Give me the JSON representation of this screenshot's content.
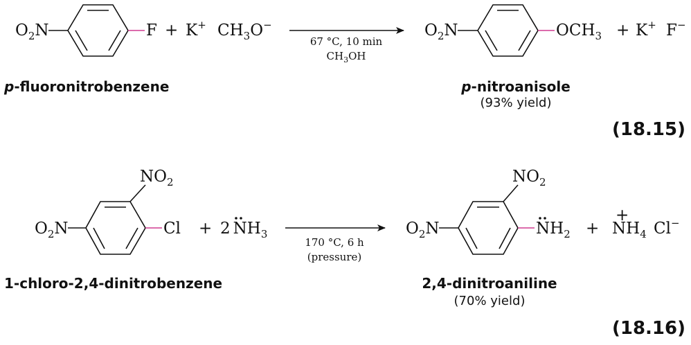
{
  "colors": {
    "highlight": "#d13c91",
    "text": "#111111"
  },
  "reaction_1": {
    "reactant_group": "O",
    "reactant_group_sub": "2",
    "reactant_group_tail": "N",
    "leaving_atom": "F",
    "plus_1": "+",
    "counter_ion": "K",
    "counter_ion_charge": "+",
    "nucleophile_a": "CH",
    "nucleophile_sub": "3",
    "nucleophile_b": "O",
    "nucleophile_charge": "−",
    "conditions_top": "67 °C, 10 min",
    "conditions_bottom_a": "CH",
    "conditions_bottom_sub": "3",
    "conditions_bottom_b": "OH",
    "product_group": "O",
    "product_group_sub": "2",
    "product_group_tail": "N",
    "product_sub_a": "OCH",
    "product_sub_sub": "3",
    "plus_2": "+",
    "byproduct_cation": "K",
    "byproduct_cation_charge": "+",
    "byproduct_anion": "F",
    "byproduct_anion_charge": "−",
    "reactant_name_italic": "p",
    "reactant_name_rest": "-fluoronitrobenzene",
    "product_name_italic": "p",
    "product_name_rest": "-nitroanisole",
    "product_yield": "(93% yield)",
    "equation_number": "(18.15)"
  },
  "reaction_2": {
    "reactant_no2_a": "NO",
    "reactant_no2_sub": "2",
    "reactant_group": "O",
    "reactant_group_sub": "2",
    "reactant_group_tail": "N",
    "leaving_atom": "Cl",
    "plus_1": "+",
    "nucleophile_coeff": "2",
    "nucleophile_a": "NH",
    "nucleophile_sub": "3",
    "conditions_top": "170 °C, 6 h",
    "conditions_bottom": "(pressure)",
    "product_no2_a": "NO",
    "product_no2_sub": "2",
    "product_group": "O",
    "product_group_sub": "2",
    "product_group_tail": "N",
    "product_sub_a": "NH",
    "product_sub_sub": "2",
    "plus_2": "+",
    "byproduct_cation_charge": "+",
    "byproduct_cation_a": "NH",
    "byproduct_cation_sub": "4",
    "byproduct_anion": "Cl",
    "byproduct_anion_charge": "−",
    "reactant_name": "1-chloro-2,4-dinitrobenzene",
    "product_name": "2,4-dinitroaniline",
    "product_yield": "(70% yield)",
    "equation_number": "(18.16)"
  },
  "icons": {
    "reaction_arrow": "right-arrow-icon",
    "benzene_ring": "benzene-ring-icon",
    "lone_pair": "lone-pair-dots-icon"
  }
}
